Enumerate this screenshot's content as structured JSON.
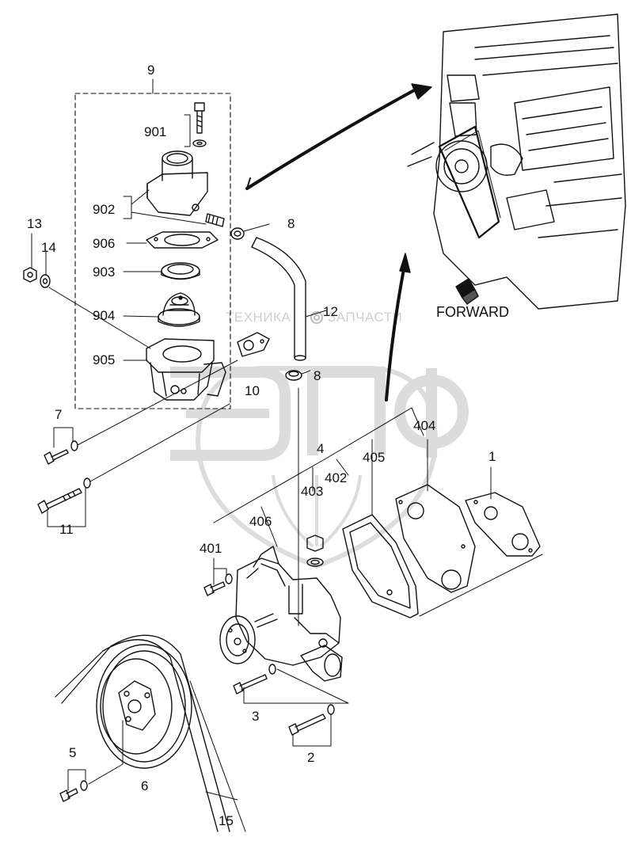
{
  "diagram": {
    "callouts": {
      "c9": "9",
      "c901": "901",
      "c902": "902",
      "c906": "906",
      "c903": "903",
      "c904": "904",
      "c905": "905",
      "c13": "13",
      "c14": "14",
      "c8a": "8",
      "c8b": "8",
      "c12": "12",
      "c10": "10",
      "c7": "7",
      "c11": "11",
      "c4": "4",
      "c404": "404",
      "c405": "405",
      "c402": "402",
      "c403": "403",
      "c406": "406",
      "c401": "401",
      "c1": "1",
      "c3": "3",
      "c2": "2",
      "c5": "5",
      "c6": "6",
      "c15": "15"
    },
    "direction_label": "FORWARD",
    "watermark": {
      "left_text": "ТЕХНИКА",
      "right_text": "ЗАПЧАСТИ",
      "logo_letters": "ЭПФ"
    }
  }
}
